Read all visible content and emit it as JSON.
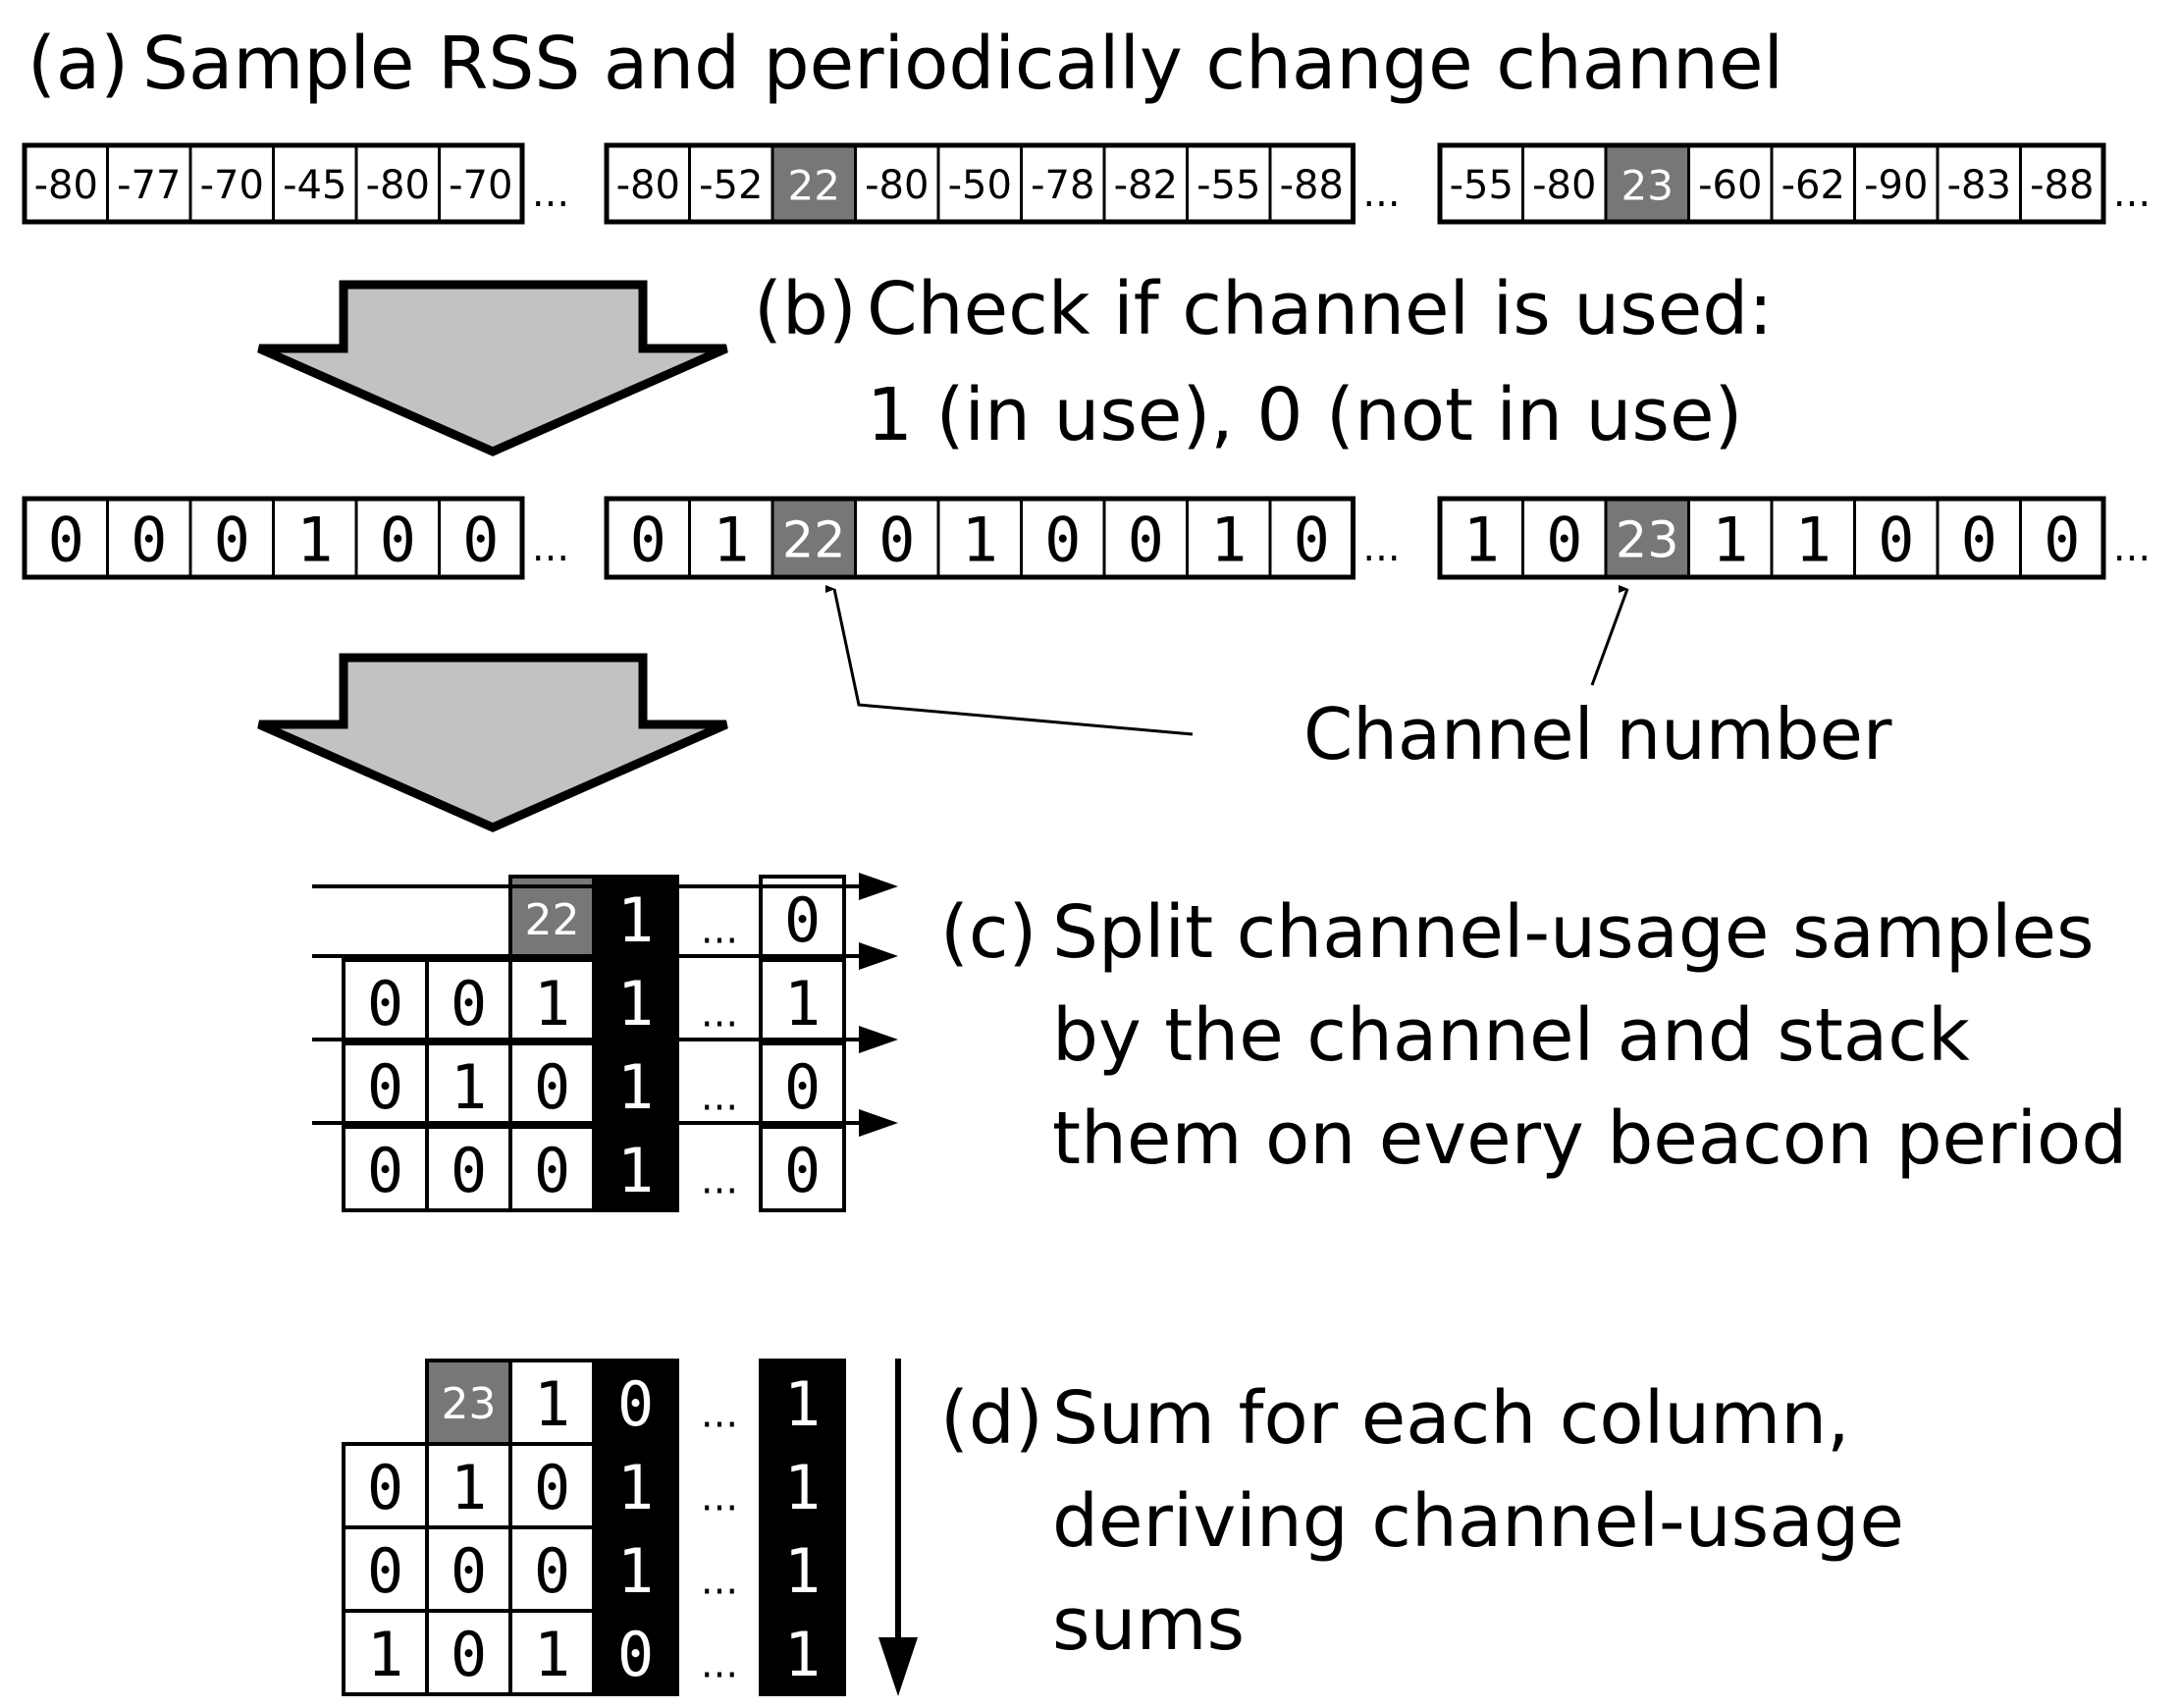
{
  "steps": {
    "a": {
      "marker": "(a)",
      "lines": [
        "Sample RSS and periodically change channel"
      ]
    },
    "b": {
      "marker": "(b)",
      "lines": [
        "Check if channel is used:",
        "1 (in use), 0 (not in use)"
      ]
    },
    "c": {
      "marker": "(c)",
      "lines": [
        "Split channel-usage samples",
        "by the channel and stack",
        "them on every beacon period"
      ]
    },
    "d": {
      "marker": "(d)",
      "lines": [
        "Sum for each column,",
        "deriving channel-usage",
        "sums"
      ]
    }
  },
  "ellipsis": "...",
  "channel_number_label": "Channel number",
  "colors": {
    "channel_cell": "#777777",
    "highlight_column": "#000000",
    "arrow_fill": "#c2c2c2",
    "stroke": "#000000"
  },
  "rss_strip": [
    [
      "-80",
      "-77",
      "-70",
      "-45",
      "-80",
      "-70"
    ],
    [
      "-80",
      "-52",
      "22",
      "-80",
      "-50",
      "-78",
      "-82",
      "-55",
      "-88"
    ],
    [
      "-55",
      "-80",
      "23",
      "-60",
      "-62",
      "-90",
      "-83",
      "-88"
    ]
  ],
  "usage_strip": [
    [
      "0",
      "0",
      "0",
      "1",
      "0",
      "0"
    ],
    [
      "0",
      "1",
      "22",
      "0",
      "1",
      "0",
      "0",
      "1",
      "0"
    ],
    [
      "1",
      "0",
      "23",
      "1",
      "1",
      "0",
      "0",
      "0"
    ]
  ],
  "stack_c": {
    "channel": "22",
    "rows": [
      [
        "",
        "",
        "22",
        "1",
        "0"
      ],
      [
        "0",
        "0",
        "1",
        "1",
        "1"
      ],
      [
        "0",
        "1",
        "0",
        "1",
        "0"
      ],
      [
        "0",
        "0",
        "0",
        "1",
        "0"
      ]
    ]
  },
  "stack_d": {
    "channel": "23",
    "rows": [
      [
        "",
        "23",
        "1",
        "0",
        "1"
      ],
      [
        "0",
        "1",
        "0",
        "1",
        "1"
      ],
      [
        "0",
        "0",
        "0",
        "1",
        "1"
      ],
      [
        "1",
        "0",
        "1",
        "0",
        "1"
      ]
    ]
  }
}
